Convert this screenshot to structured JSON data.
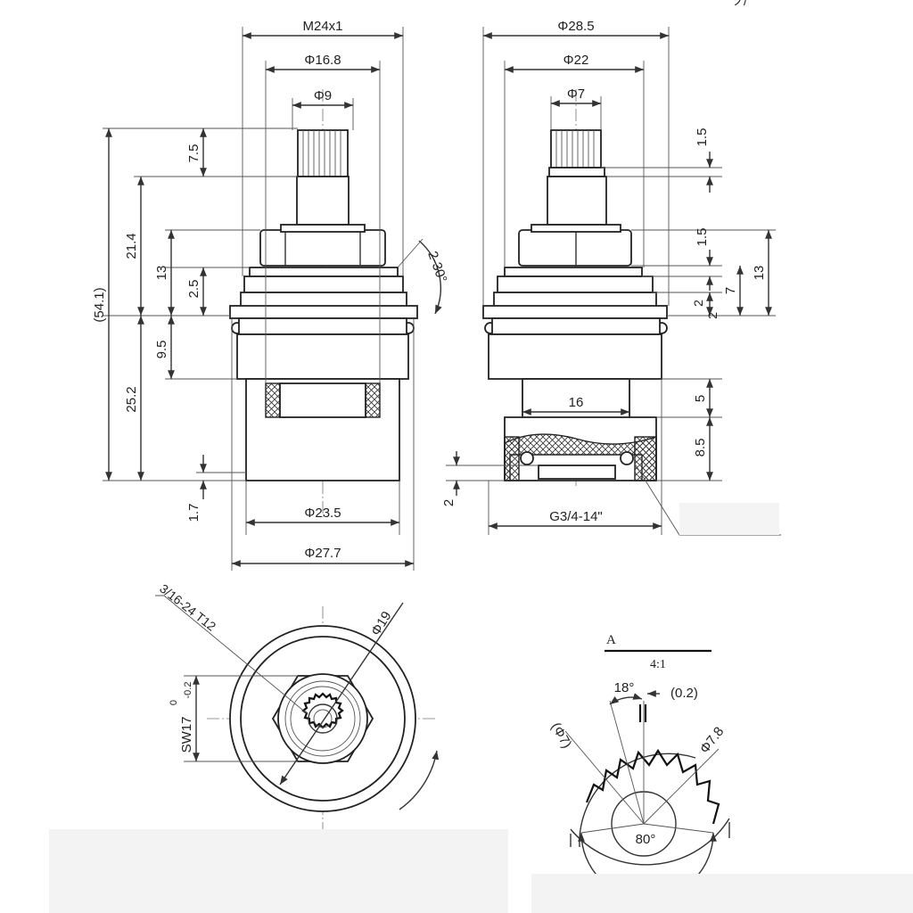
{
  "front_view": {
    "top": [
      "M24x1",
      "Φ16.8",
      "Φ9"
    ],
    "left": [
      "(54.1)",
      "21.4",
      "7.5",
      "13",
      "2.5",
      "9.5",
      "25.2",
      "1.7"
    ],
    "angle": "2-30°",
    "bottom": [
      "Φ23.5",
      "Φ27.7"
    ]
  },
  "side_view": {
    "top": [
      "Φ28.5",
      "Φ22",
      "Φ7"
    ],
    "right": [
      "1.5",
      "1.5",
      "13",
      "7",
      "2",
      "2",
      "5",
      "8.5"
    ],
    "slot_width": "16",
    "left_bottom": "2",
    "thread": "G3/4-14\""
  },
  "top_view": {
    "spline": "3/16-24 T12",
    "diameter": "Φ19",
    "sw": "SW17",
    "tol_upper": "0",
    "tol_lower": "-0.2"
  },
  "detail": {
    "label": "A",
    "scale": "4:1",
    "angle_top": "18°",
    "gap": "(0.2)",
    "inner_d": "(Φ7)",
    "outer_d": "Φ7.8",
    "angle_bottom": "80°"
  },
  "corner_mark": "ソ/"
}
